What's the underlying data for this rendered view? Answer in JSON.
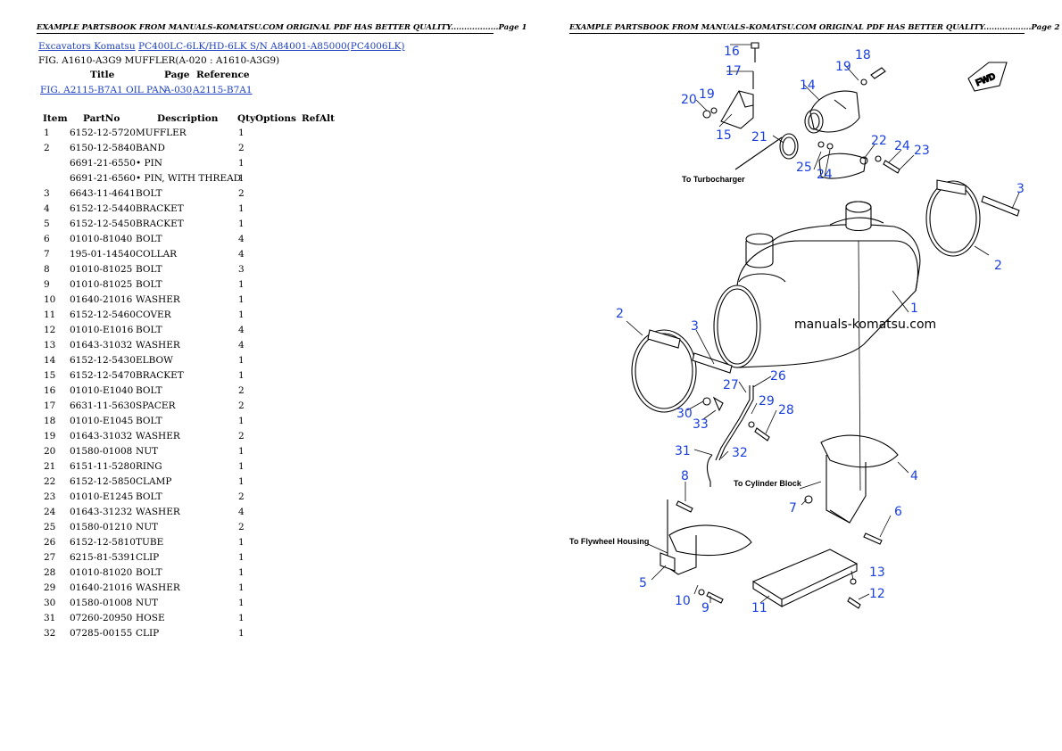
{
  "header": {
    "left": "EXAMPLE PARTSBOOK FROM MANUALS-KOMATSU.COM ORIGINAL PDF HAS BETTER QUALITY..................Page 1",
    "right": "EXAMPLE PARTSBOOK FROM MANUALS-KOMATSU.COM ORIGINAL PDF HAS BETTER QUALITY..................Page 2"
  },
  "breadcrumb": {
    "link1": "Excavators Komatsu",
    "link2": "PC400LC-6LK/HD-6LK S/N A84001-A85000(PC4006LK)"
  },
  "fig_line": "FIG. A1610-A3G9 MUFFLER(A-020 : A1610-A3G9)",
  "ref_table": {
    "headers": {
      "title": "Title",
      "page": "Page",
      "reference": "Reference"
    },
    "row": {
      "title": "FIG. A2115-B7A1 OIL PAN",
      "page": "A-030",
      "reference": "A2115-B7A1"
    }
  },
  "parts_table": {
    "headers": {
      "item": "Item",
      "partno": "PartNo",
      "description": "Description",
      "qty": "Qty",
      "options": "Options",
      "ref": "Ref",
      "alt": "Alt"
    },
    "rows": [
      {
        "item": "1",
        "partno": "6152-12-5720",
        "desc": "MUFFLER",
        "qty": "1"
      },
      {
        "item": "2",
        "partno": "6150-12-5840",
        "desc": "BAND",
        "qty": "2"
      },
      {
        "item": "",
        "partno": "6691-21-6550",
        "desc": "• PIN",
        "qty": "1"
      },
      {
        "item": "",
        "partno": "6691-21-6560",
        "desc": "• PIN, WITH THREAD",
        "qty": "1"
      },
      {
        "item": "3",
        "partno": "6643-11-4641",
        "desc": "BOLT",
        "qty": "2"
      },
      {
        "item": "4",
        "partno": "6152-12-5440",
        "desc": "BRACKET",
        "qty": "1"
      },
      {
        "item": "5",
        "partno": "6152-12-5450",
        "desc": "BRACKET",
        "qty": "1"
      },
      {
        "item": "6",
        "partno": "01010-81040",
        "desc": "BOLT",
        "qty": "4"
      },
      {
        "item": "7",
        "partno": "195-01-14540",
        "desc": "COLLAR",
        "qty": "4"
      },
      {
        "item": "8",
        "partno": "01010-81025",
        "desc": "BOLT",
        "qty": "3"
      },
      {
        "item": "9",
        "partno": "01010-81025",
        "desc": "BOLT",
        "qty": "1"
      },
      {
        "item": "10",
        "partno": "01640-21016",
        "desc": "WASHER",
        "qty": "1"
      },
      {
        "item": "11",
        "partno": "6152-12-5460",
        "desc": "COVER",
        "qty": "1"
      },
      {
        "item": "12",
        "partno": "01010-E1016",
        "desc": "BOLT",
        "qty": "4"
      },
      {
        "item": "13",
        "partno": "01643-31032",
        "desc": "WASHER",
        "qty": "4"
      },
      {
        "item": "14",
        "partno": "6152-12-5430",
        "desc": "ELBOW",
        "qty": "1"
      },
      {
        "item": "15",
        "partno": "6152-12-5470",
        "desc": "BRACKET",
        "qty": "1"
      },
      {
        "item": "16",
        "partno": "01010-E1040",
        "desc": "BOLT",
        "qty": "2"
      },
      {
        "item": "17",
        "partno": "6631-11-5630",
        "desc": "SPACER",
        "qty": "2"
      },
      {
        "item": "18",
        "partno": "01010-E1045",
        "desc": "BOLT",
        "qty": "1"
      },
      {
        "item": "19",
        "partno": "01643-31032",
        "desc": "WASHER",
        "qty": "2"
      },
      {
        "item": "20",
        "partno": "01580-01008",
        "desc": "NUT",
        "qty": "1"
      },
      {
        "item": "21",
        "partno": "6151-11-5280",
        "desc": "RING",
        "qty": "1"
      },
      {
        "item": "22",
        "partno": "6152-12-5850",
        "desc": "CLAMP",
        "qty": "1"
      },
      {
        "item": "23",
        "partno": "01010-E1245",
        "desc": "BOLT",
        "qty": "2"
      },
      {
        "item": "24",
        "partno": "01643-31232",
        "desc": "WASHER",
        "qty": "4"
      },
      {
        "item": "25",
        "partno": "01580-01210",
        "desc": "NUT",
        "qty": "2"
      },
      {
        "item": "26",
        "partno": "6152-12-5810",
        "desc": "TUBE",
        "qty": "1"
      },
      {
        "item": "27",
        "partno": "6215-81-5391",
        "desc": "CLIP",
        "qty": "1"
      },
      {
        "item": "28",
        "partno": "01010-81020",
        "desc": "BOLT",
        "qty": "1"
      },
      {
        "item": "29",
        "partno": "01640-21016",
        "desc": "WASHER",
        "qty": "1"
      },
      {
        "item": "30",
        "partno": "01580-01008",
        "desc": "NUT",
        "qty": "1"
      },
      {
        "item": "31",
        "partno": "07260-20950",
        "desc": "HOSE",
        "qty": "1"
      },
      {
        "item": "32",
        "partno": "07285-00155",
        "desc": "CLIP",
        "qty": "1"
      }
    ]
  },
  "diagram": {
    "watermark": "manuals-komatsu.com",
    "fwd": "FWD",
    "notes": {
      "turbo": "To Turbocharger",
      "cylinder": "To Cylinder Block",
      "flywheel": "To Flywheel Housing"
    },
    "callout_color": "#1a3fe0",
    "callouts": {
      "c16": "16",
      "c17": "17",
      "c18": "18",
      "c19a": "19",
      "c14": "14",
      "c20": "20",
      "c19b": "19",
      "c15": "15",
      "c21": "21",
      "c22": "22",
      "c24a": "24",
      "c23": "23",
      "c25": "25",
      "c24b": "24",
      "c3a": "3",
      "c2a": "2",
      "c1": "1",
      "c2b": "2",
      "c3b": "3",
      "c26": "26",
      "c27": "27",
      "c29": "29",
      "c28": "28",
      "c30": "30",
      "c33": "33",
      "c31": "31",
      "c32": "32",
      "c4": "4",
      "c8": "8",
      "c7": "7",
      "c6": "6",
      "c5": "5",
      "c13": "13",
      "c12": "12",
      "c10": "10",
      "c9": "9",
      "c11": "11"
    }
  }
}
